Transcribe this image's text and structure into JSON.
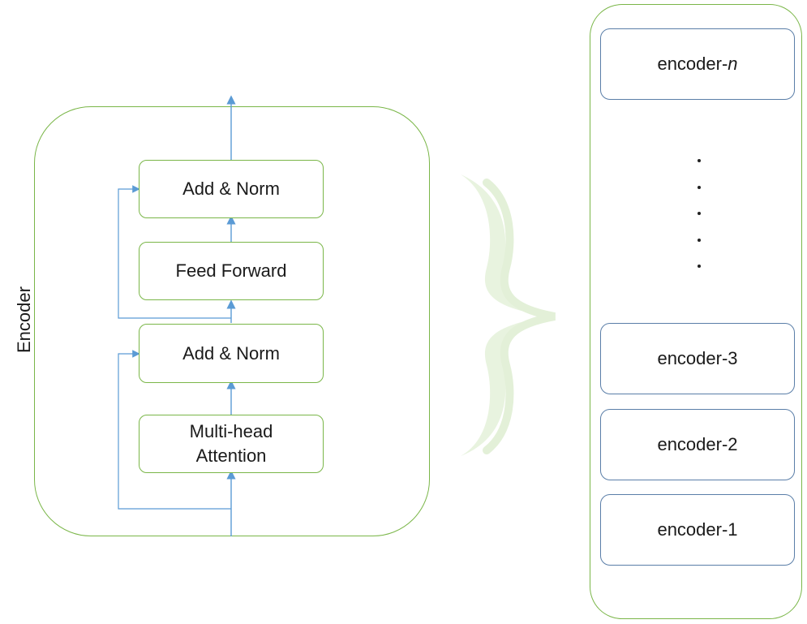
{
  "encoder_block": {
    "label": "Encoder",
    "layers": [
      {
        "id": "add-norm-top",
        "label": "Add & Norm"
      },
      {
        "id": "feed-forward",
        "label": "Feed Forward"
      },
      {
        "id": "add-norm-bottom",
        "label": "Add & Norm"
      },
      {
        "id": "multi-head-attention",
        "label_line1": "Multi-head",
        "label_line2": "Attention"
      }
    ]
  },
  "encoder_stack": {
    "top": {
      "prefix": "encoder-",
      "suffix_italic": "n"
    },
    "ellipsis_dots": 5,
    "items": [
      {
        "label": "encoder-3"
      },
      {
        "label": "encoder-2"
      },
      {
        "label": "encoder-1"
      }
    ]
  },
  "colors": {
    "green_border": "#7ab648",
    "blue_border": "#5a7ea8",
    "arrow_blue": "#5b9bd5",
    "brace_green": "#e6f2dc"
  }
}
